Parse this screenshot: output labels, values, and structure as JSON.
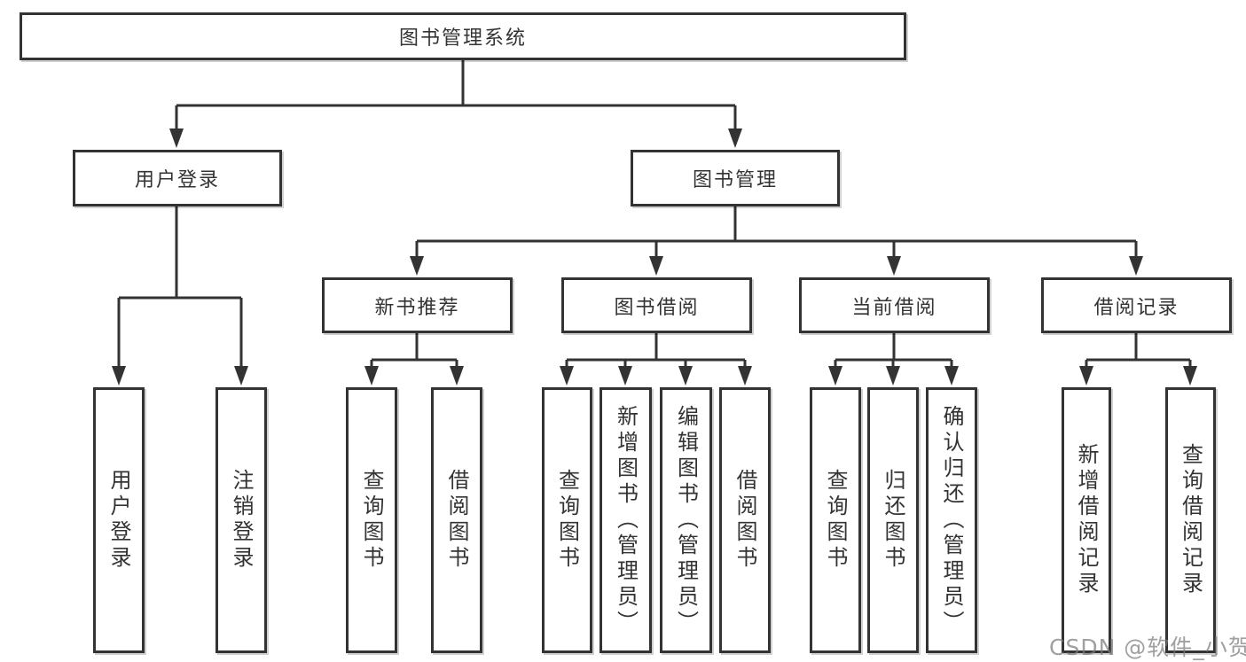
{
  "tree": {
    "root": "图书管理系统",
    "branches": [
      {
        "label": "用户登录",
        "children": [
          "用户登录",
          "注销登录"
        ]
      },
      {
        "label": "图书管理",
        "groups": [
          {
            "label": "新书推荐",
            "children": [
              "查询图书",
              "借阅图书"
            ]
          },
          {
            "label": "图书借阅",
            "children": [
              "查询图书",
              "新增图书（管理员）",
              "编辑图书（管理员）",
              "借阅图书"
            ]
          },
          {
            "label": "当前借阅",
            "children": [
              "查询图书",
              "归还图书",
              "确认归还（管理员）"
            ]
          },
          {
            "label": "借阅记录",
            "children": [
              "新增借阅记录",
              "查询借阅记录"
            ]
          }
        ]
      }
    ]
  },
  "watermark": {
    "text": "CSDN @软件_小贺同学"
  },
  "colors": {
    "line": "#333333",
    "box_background": "#ffffff",
    "text": "#333333",
    "watermark": "#7d7a7a"
  }
}
